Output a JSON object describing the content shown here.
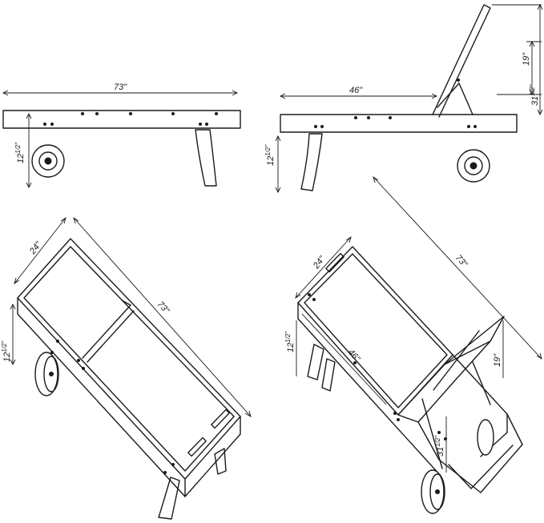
{
  "dimensions": {
    "side_length": "73\"",
    "side_height": "12",
    "side_height_frac": "1/2\"",
    "recline_length": "46\"",
    "recline_height": "12",
    "recline_height_frac": "1/2\"",
    "back_height": "19\"",
    "total_height_top": "31",
    "total_height_frac": "1/2\"",
    "iso_flat_width": "24\"",
    "iso_flat_length": "73\"",
    "iso_flat_height": "12",
    "iso_flat_height_frac": "1/2\"",
    "iso_rec_width": "24\"",
    "iso_rec_length": "73\"",
    "iso_rec_seat": "46\"",
    "iso_rec_height": "12",
    "iso_rec_height_frac": "1/2\"",
    "iso_rec_back": "19\"",
    "iso_rec_total": "31",
    "iso_rec_total_frac": "1/2\""
  }
}
